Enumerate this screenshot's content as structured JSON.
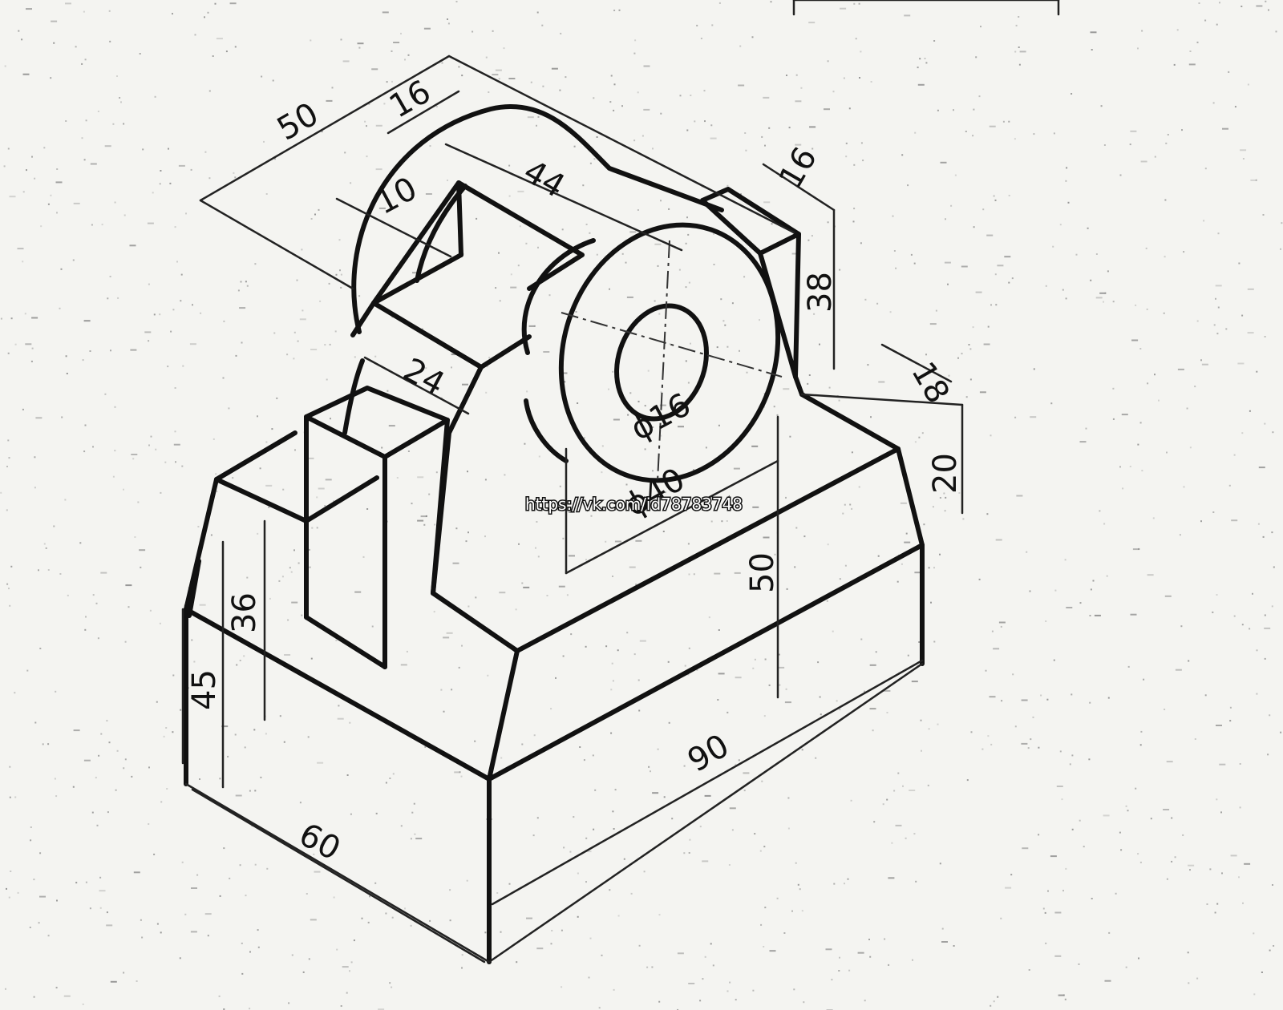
{
  "dimensions": {
    "d50_top": "50",
    "d16_top": "16",
    "d44": "44",
    "d10": "10",
    "d16_right": "16",
    "d38": "38",
    "d24": "24",
    "phi16": "ϕ16",
    "phi_outer": "ϕ40",
    "d18": "18",
    "d20": "20",
    "d50_right": "50",
    "d36": "36",
    "d45": "45",
    "d90": "90",
    "d60": "60"
  },
  "watermark_url": "https://vk.com/id78783748",
  "colors": {
    "ink": "#111111",
    "paper": "#f4f4f1"
  }
}
